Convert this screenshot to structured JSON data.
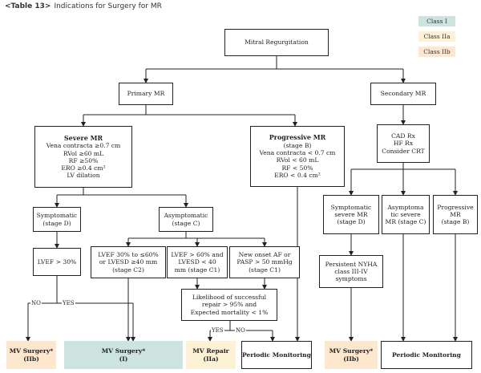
{
  "table": {
    "tag": "<Table 13>",
    "title": "Indications for Surgery for MR"
  },
  "legend": [
    {
      "label": "Class I",
      "color": "#cde3df"
    },
    {
      "label": "Class IIa",
      "color": "#fdf1d6"
    },
    {
      "label": "Class IIb",
      "color": "#fde8cf"
    }
  ],
  "nodes": {
    "root": "Mitral Regurgitation",
    "primary": "Primary MR",
    "secondary": "Secondary MR",
    "severe": {
      "title": "Severe MR",
      "lines": [
        "Vena contracta ≥0.7 cm",
        "RVol ≥60 mL",
        "RF ≥50%",
        "ERO ≥0.4 cm²",
        "LV dilation"
      ]
    },
    "progressive": {
      "title": "Progressive MR",
      "lines": [
        "(stage B)",
        "Vena contracta < 0.7 cm",
        "RVol < 60 mL",
        "RF < 50%",
        "ERO < 0.4 cm²"
      ]
    },
    "cad": [
      "CAD Rx",
      "HF Rx",
      "Consider CRT"
    ],
    "symptomatic": [
      "Symptomatic",
      "(stage D)"
    ],
    "asymptomatic": [
      "Asymptomatic",
      "(stage C)"
    ],
    "lvef30": "LVEF > 30%",
    "c2": [
      "LVEF 30% to ≤60%",
      "or LVESD ≥40 mm",
      "(stage C2)"
    ],
    "c1": [
      "LVEF > 60% and",
      "LVESD < 40",
      "mm (stage C1)"
    ],
    "af": [
      "New onset AF or",
      "PASP > 50 mmHg",
      "(stage C1)"
    ],
    "likelihood": [
      "Likelihood of successful",
      "repair > 95% and",
      "Expected mortality < 1%"
    ],
    "sym_sev": [
      "Symptomatic",
      "severe MR",
      "(stage D)"
    ],
    "asym_sev": [
      "Asymptoma",
      "tic severe",
      "MR (stage C)"
    ],
    "prog_b": [
      "Progressive",
      "MR",
      "(stage B)"
    ],
    "nyha": [
      "Persistent NYHA",
      "class III-IV",
      "symptoms"
    ],
    "mv_iib_left": [
      "MV Surgery*",
      "(IIb)"
    ],
    "mv_i": [
      "MV Surgery*",
      "(I)"
    ],
    "mv_repair": [
      "MV Repair",
      "(IIa)"
    ],
    "periodic_mid": "Periodic Monitoring",
    "mv_iib_right": [
      "MV Surgery*",
      "(IIb)"
    ],
    "periodic_right": "Periodic Monitoring"
  },
  "edge_labels": {
    "no1": "NO",
    "yes1": "YES",
    "yes2": "YES",
    "no2": "NO"
  }
}
